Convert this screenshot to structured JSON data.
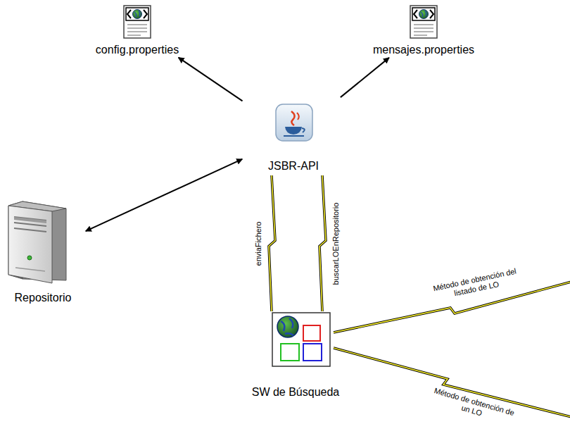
{
  "diagram": {
    "nodes": [
      {
        "text": [
          "config.properties"
        ]
      },
      {
        "text": [
          "mensajes.properties"
        ]
      },
      {
        "text": [
          "JSBR-API"
        ]
      },
      {
        "text": [
          "Repositorio"
        ]
      },
      {
        "text": [
          "SW de Búsqueda"
        ]
      }
    ],
    "edges": [
      {
        "from": 2,
        "to": 0,
        "arrow": "to"
      },
      {
        "from": 2,
        "to": 1,
        "arrow": "to"
      },
      {
        "from": 2,
        "to": 3,
        "arrow": "both"
      },
      {
        "from": 4,
        "to": 2,
        "arrow": "none",
        "label": "enviaFichero"
      },
      {
        "from": 4,
        "to": 2,
        "arrow": "none",
        "label": "buscarLOEnRepositorio"
      }
    ],
    "labels": [
      "Método de obtención del listado de LO",
      "Método de obtención de un LO"
    ]
  }
}
